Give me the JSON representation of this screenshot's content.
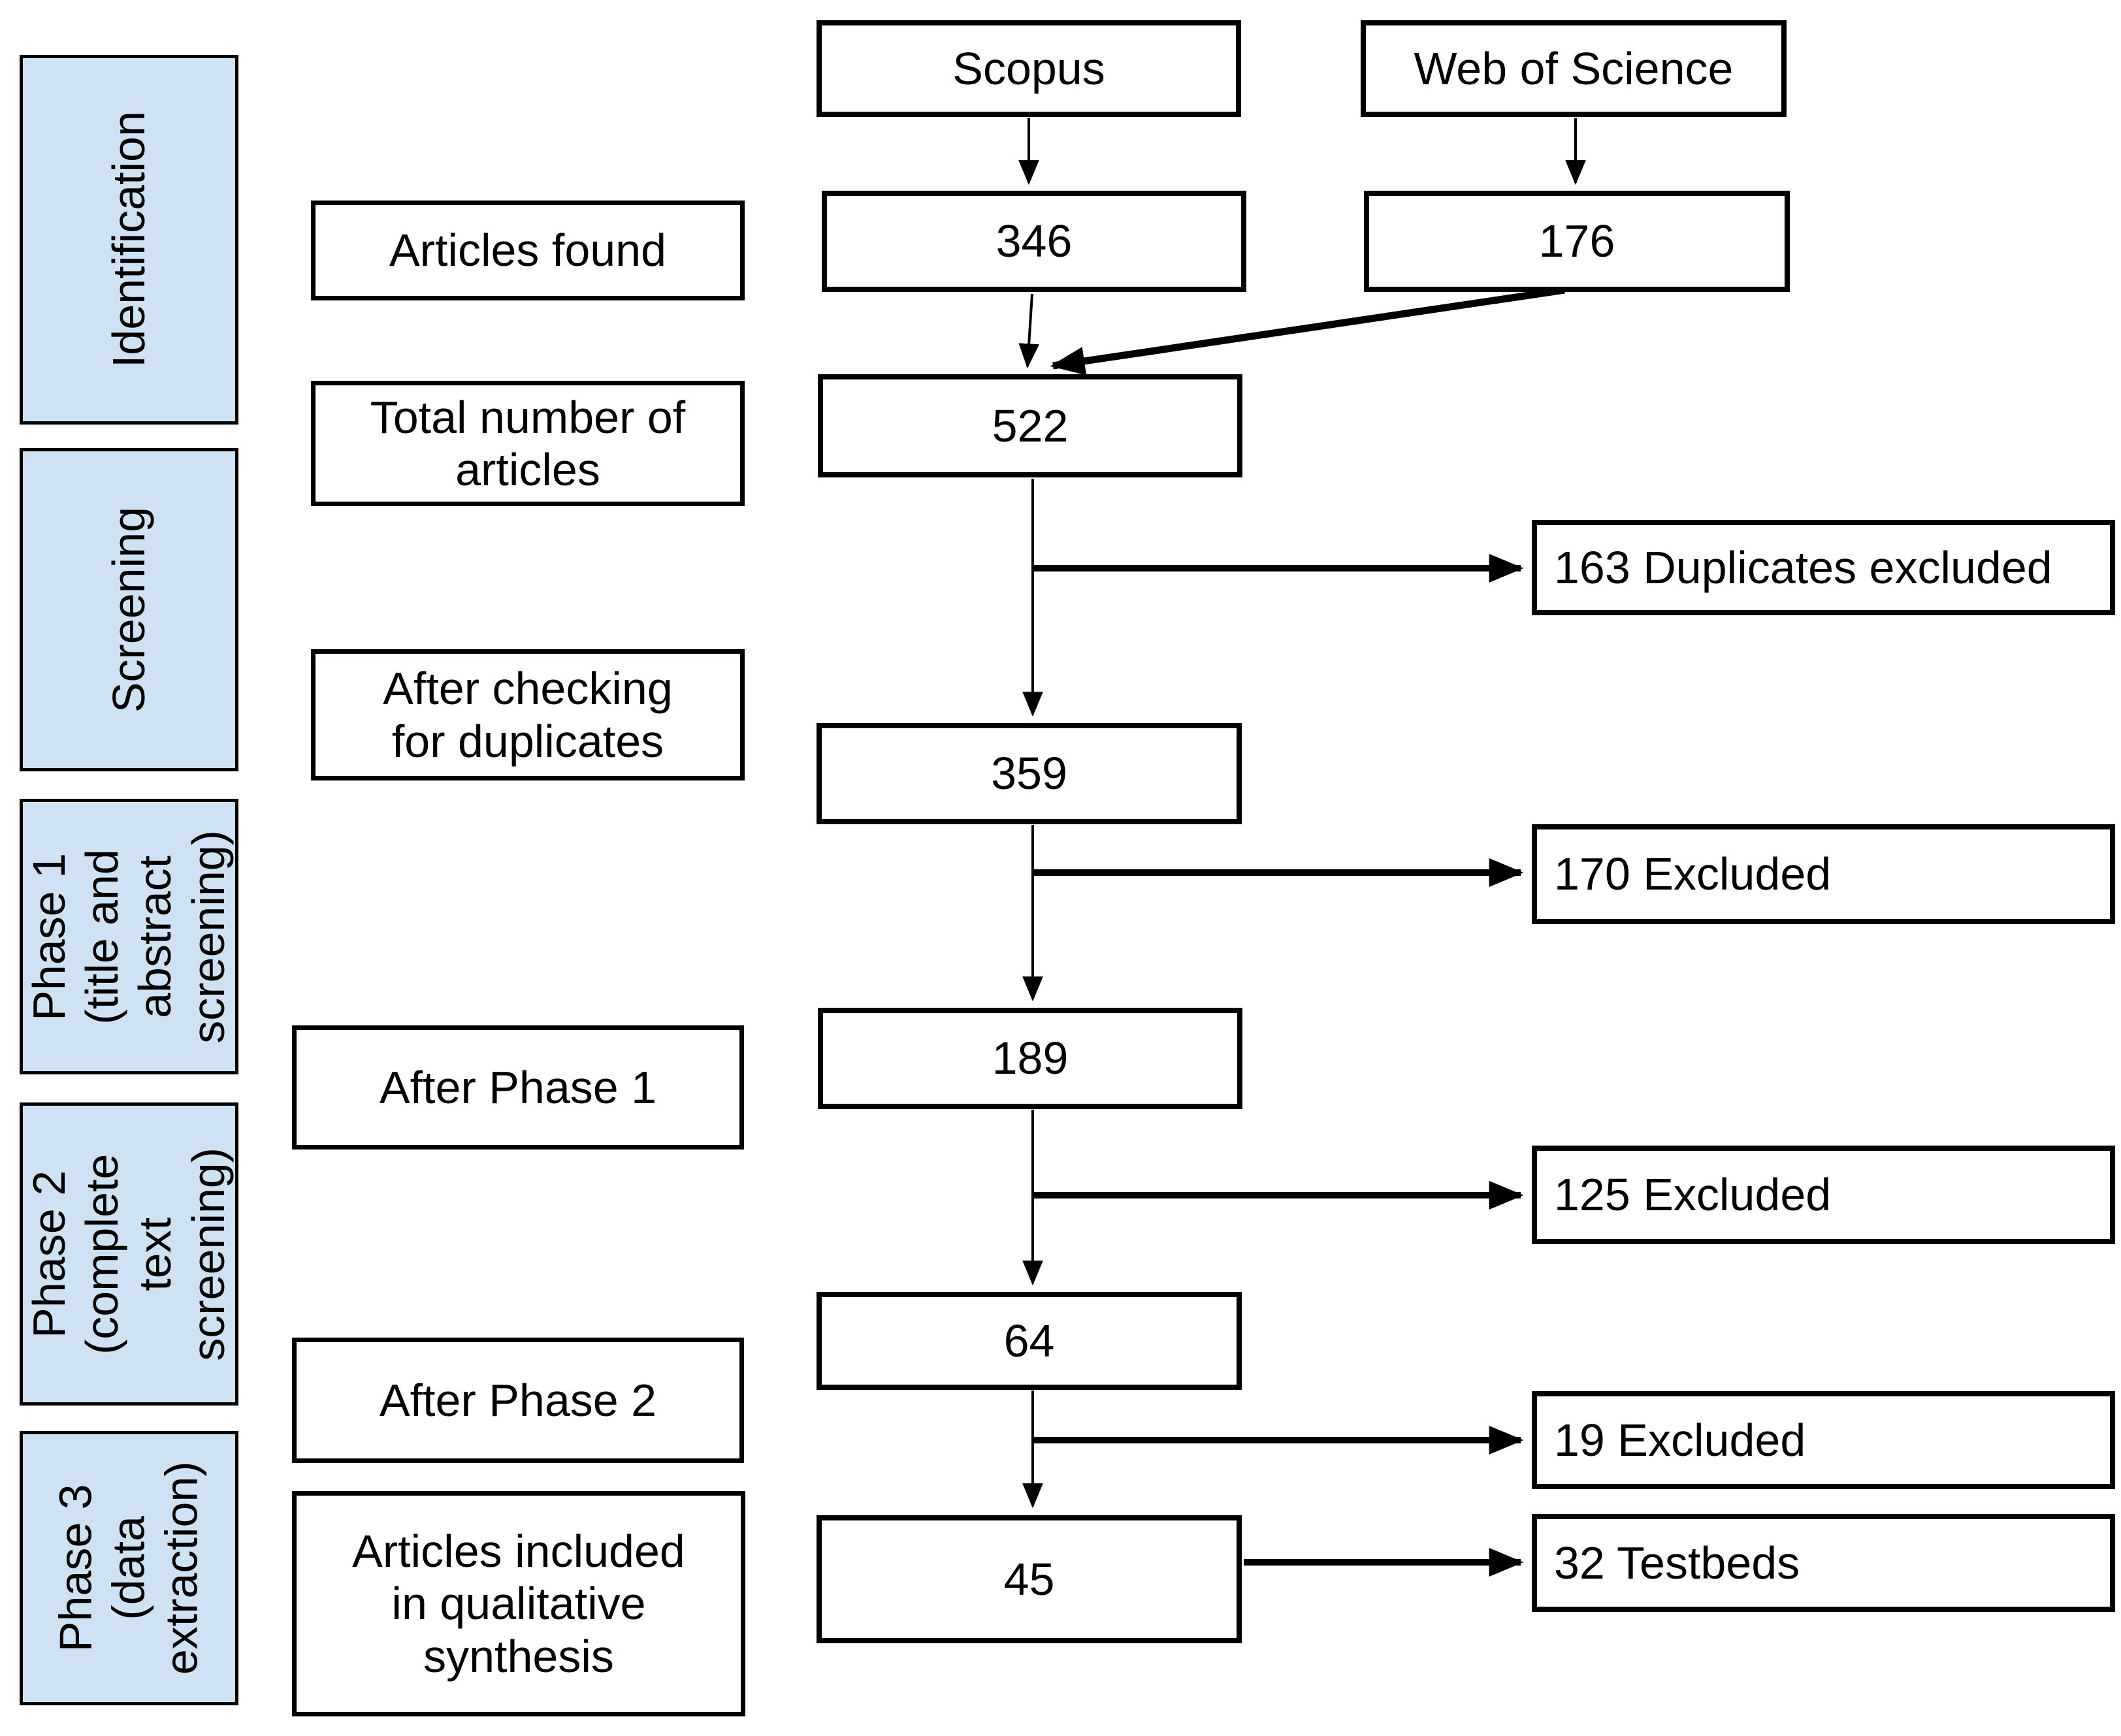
{
  "diagram": {
    "phases": [
      {
        "label": "Identification"
      },
      {
        "label": "Screening"
      },
      {
        "label": "Phase 1\n(title and\nabstract\nscreening)"
      },
      {
        "label": "Phase 2\n(complete\ntext\nscreening)"
      },
      {
        "label": "Phase 3\n(data\nextraction)"
      }
    ],
    "stages": [
      {
        "label": "Articles found"
      },
      {
        "label": "Total number of\narticles"
      },
      {
        "label": "After checking\nfor duplicates"
      },
      {
        "label": "After Phase 1"
      },
      {
        "label": "After Phase 2"
      },
      {
        "label": "Articles included\nin qualitative\nsynthesis"
      }
    ],
    "sources": [
      {
        "name": "Scopus",
        "count": "346"
      },
      {
        "name": "Web of Science",
        "count": "176"
      }
    ],
    "counts": {
      "total": "522",
      "after_duplicates": "359",
      "after_phase1": "189",
      "after_phase2": "64",
      "included": "45"
    },
    "exclusions": {
      "duplicates": "163 Duplicates excluded",
      "phase1": "170 Excluded",
      "phase2": "125 Excluded",
      "phase3": "19 Excluded"
    },
    "outputs": {
      "testbeds": "32 Testbeds"
    },
    "colors": {
      "phase_fill": "#cfe2f3",
      "border": "#000000",
      "box_fill": "#ffffff",
      "background": "#ffffff",
      "text": "#000000"
    }
  }
}
